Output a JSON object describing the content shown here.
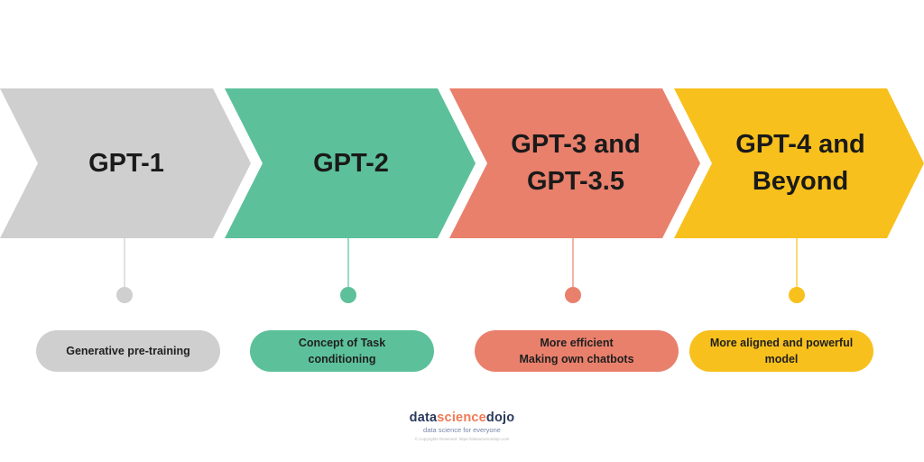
{
  "stages": [
    {
      "title": "GPT-1",
      "description": "Generative pre-training",
      "color": "#cfcfcf",
      "dot_color": "#cfcfcf",
      "pill_color": "#cfcfcf"
    },
    {
      "title": "GPT-2",
      "description": "Concept of  Task\nconditioning",
      "color": "#5cc19a",
      "dot_color": "#5cc19a",
      "pill_color": "#5cc19a"
    },
    {
      "title": "GPT-3 and\nGPT-3.5",
      "description": "More efficient\nMaking own chatbots",
      "color": "#e9806c",
      "dot_color": "#e9806c",
      "pill_color": "#e9806c"
    },
    {
      "title": "GPT-4 and\nBeyond",
      "description": "More aligned and powerful\nmodel",
      "color": "#f8c01c",
      "dot_color": "#f8c01c",
      "pill_color": "#f8c01c"
    }
  ],
  "logo": {
    "part1": "data",
    "part2": "science",
    "part3": "dojo",
    "tagline": "data science for everyone",
    "copyright": "© Copyrights Reserved. https://datasciencedojo.com"
  }
}
